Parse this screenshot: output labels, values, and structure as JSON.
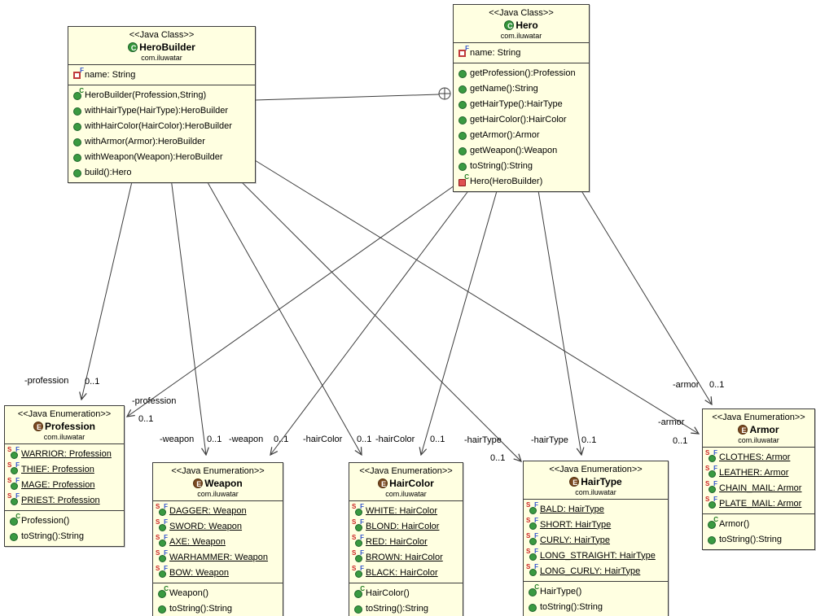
{
  "colors": {
    "box_fill": "#FFFFE1",
    "box_border": "#3B3B3B",
    "class_icon_green": "#36973B",
    "enum_icon_brown": "#7A4A21",
    "public_member_green": "#3A9A41",
    "private_red": "#E05252",
    "static_s_red": "#CC2222",
    "final_f_blue": "#3355CC",
    "constructor_c_green": "#1F7A1F"
  },
  "classes": [
    {
      "stereotype": "<<Java Class>>",
      "kind": "class",
      "name": "HeroBuilder",
      "package": "com.iluwatar",
      "fields": [
        {
          "icon": "field-private",
          "label": "name: String",
          "underline": false
        }
      ],
      "methods": [
        {
          "icon": "constructor-public",
          "label": "HeroBuilder(Profession,String)",
          "underline": false
        },
        {
          "icon": "method-public",
          "label": "withHairType(HairType):HeroBuilder",
          "underline": false
        },
        {
          "icon": "method-public",
          "label": "withHairColor(HairColor):HeroBuilder",
          "underline": false
        },
        {
          "icon": "method-public",
          "label": "withArmor(Armor):HeroBuilder",
          "underline": false
        },
        {
          "icon": "method-public",
          "label": "withWeapon(Weapon):HeroBuilder",
          "underline": false
        },
        {
          "icon": "method-public",
          "label": "build():Hero",
          "underline": false
        }
      ]
    },
    {
      "stereotype": "<<Java Class>>",
      "kind": "class",
      "name": "Hero",
      "package": "com.iluwatar",
      "fields": [
        {
          "icon": "field-private",
          "label": "name: String",
          "underline": false
        }
      ],
      "methods": [
        {
          "icon": "method-public",
          "label": "getProfession():Profession",
          "underline": false
        },
        {
          "icon": "method-public",
          "label": "getName():String",
          "underline": false
        },
        {
          "icon": "method-public",
          "label": "getHairType():HairType",
          "underline": false
        },
        {
          "icon": "method-public",
          "label": "getHairColor():HairColor",
          "underline": false
        },
        {
          "icon": "method-public",
          "label": "getArmor():Armor",
          "underline": false
        },
        {
          "icon": "method-public",
          "label": "getWeapon():Weapon",
          "underline": false
        },
        {
          "icon": "method-public",
          "label": "toString():String",
          "underline": false
        },
        {
          "icon": "constructor-private",
          "label": "Hero(HeroBuilder)",
          "underline": false
        }
      ]
    },
    {
      "stereotype": "<<Java Enumeration>>",
      "kind": "enum",
      "name": "Profession",
      "package": "com.iluwatar",
      "fields": [
        {
          "icon": "field-static-final",
          "label": "WARRIOR: Profession",
          "underline": true
        },
        {
          "icon": "field-static-final",
          "label": "THIEF: Profession",
          "underline": true
        },
        {
          "icon": "field-static-final",
          "label": "MAGE: Profession",
          "underline": true
        },
        {
          "icon": "field-static-final",
          "label": "PRIEST: Profession",
          "underline": true
        }
      ],
      "methods": [
        {
          "icon": "constructor-public",
          "label": "Profession()",
          "underline": false
        },
        {
          "icon": "method-public",
          "label": "toString():String",
          "underline": false
        }
      ]
    },
    {
      "stereotype": "<<Java Enumeration>>",
      "kind": "enum",
      "name": "Weapon",
      "package": "com.iluwatar",
      "fields": [
        {
          "icon": "field-static-final",
          "label": "DAGGER: Weapon",
          "underline": true
        },
        {
          "icon": "field-static-final",
          "label": "SWORD: Weapon",
          "underline": true
        },
        {
          "icon": "field-static-final",
          "label": "AXE: Weapon",
          "underline": true
        },
        {
          "icon": "field-static-final",
          "label": "WARHAMMER: Weapon",
          "underline": true
        },
        {
          "icon": "field-static-final",
          "label": "BOW: Weapon",
          "underline": true
        }
      ],
      "methods": [
        {
          "icon": "constructor-public",
          "label": "Weapon()",
          "underline": false
        },
        {
          "icon": "method-public",
          "label": "toString():String",
          "underline": false
        }
      ]
    },
    {
      "stereotype": "<<Java Enumeration>>",
      "kind": "enum",
      "name": "HairColor",
      "package": "com.iluwatar",
      "fields": [
        {
          "icon": "field-static-final",
          "label": "WHITE: HairColor",
          "underline": true
        },
        {
          "icon": "field-static-final",
          "label": "BLOND: HairColor",
          "underline": true
        },
        {
          "icon": "field-static-final",
          "label": "RED: HairColor",
          "underline": true
        },
        {
          "icon": "field-static-final",
          "label": "BROWN: HairColor",
          "underline": true
        },
        {
          "icon": "field-static-final",
          "label": "BLACK: HairColor",
          "underline": true
        }
      ],
      "methods": [
        {
          "icon": "constructor-public",
          "label": "HairColor()",
          "underline": false
        },
        {
          "icon": "method-public",
          "label": "toString():String",
          "underline": false
        }
      ]
    },
    {
      "stereotype": "<<Java Enumeration>>",
      "kind": "enum",
      "name": "HairType",
      "package": "com.iluwatar",
      "fields": [
        {
          "icon": "field-static-final",
          "label": "BALD: HairType",
          "underline": true
        },
        {
          "icon": "field-static-final",
          "label": "SHORT: HairType",
          "underline": true
        },
        {
          "icon": "field-static-final",
          "label": "CURLY: HairType",
          "underline": true
        },
        {
          "icon": "field-static-final",
          "label": "LONG_STRAIGHT: HairType",
          "underline": true
        },
        {
          "icon": "field-static-final",
          "label": "LONG_CURLY: HairType",
          "underline": true
        }
      ],
      "methods": [
        {
          "icon": "constructor-public",
          "label": "HairType()",
          "underline": false
        },
        {
          "icon": "method-public",
          "label": "toString():String",
          "underline": false
        }
      ]
    },
    {
      "stereotype": "<<Java Enumeration>>",
      "kind": "enum",
      "name": "Armor",
      "package": "com.iluwatar",
      "fields": [
        {
          "icon": "field-static-final",
          "label": "CLOTHES: Armor",
          "underline": true
        },
        {
          "icon": "field-static-final",
          "label": "LEATHER: Armor",
          "underline": true
        },
        {
          "icon": "field-static-final",
          "label": "CHAIN_MAIL: Armor",
          "underline": true
        },
        {
          "icon": "field-static-final",
          "label": "PLATE_MAIL: Armor",
          "underline": true
        }
      ],
      "methods": [
        {
          "icon": "constructor-public",
          "label": "Armor()",
          "underline": false
        },
        {
          "icon": "method-public",
          "label": "toString():String",
          "underline": false
        }
      ]
    }
  ],
  "connections": [
    {
      "from": "HeroBuilder",
      "to": "Profession",
      "label": "-profession",
      "multiplicity": "0..1"
    },
    {
      "from": "HeroBuilder",
      "to": "Weapon",
      "label": "-weapon",
      "multiplicity": "0..1"
    },
    {
      "from": "HeroBuilder",
      "to": "HairColor",
      "label": "-hairColor",
      "multiplicity": "0..1"
    },
    {
      "from": "HeroBuilder",
      "to": "HairType",
      "label": "-hairType",
      "multiplicity": "0..1"
    },
    {
      "from": "HeroBuilder",
      "to": "Armor",
      "label": "-armor",
      "multiplicity": "0..1"
    },
    {
      "from": "Hero",
      "to": "Profession",
      "label": "-profession",
      "multiplicity": "0..1"
    },
    {
      "from": "Hero",
      "to": "Weapon",
      "label": "-weapon",
      "multiplicity": "0..1"
    },
    {
      "from": "Hero",
      "to": "HairColor",
      "label": "-hairColor",
      "multiplicity": "0..1"
    },
    {
      "from": "Hero",
      "to": "HairType",
      "label": "-hairType",
      "multiplicity": "0..1"
    },
    {
      "from": "Hero",
      "to": "Armor",
      "label": "-armor",
      "multiplicity": "0..1"
    }
  ],
  "nested_class_anchor": {
    "owner": "Hero",
    "nested": "HeroBuilder"
  }
}
